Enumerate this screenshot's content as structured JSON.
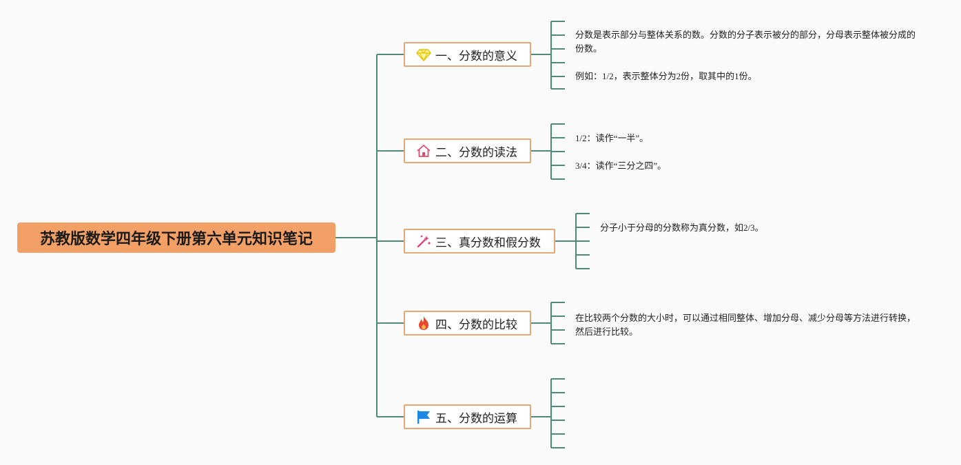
{
  "root": {
    "title": "苏教版数学四年级下册第六单元知识笔记"
  },
  "topics": [
    {
      "label": "一、分数的意义",
      "icon": "diamond-icon",
      "notes": [
        "分数是表示部分与整体关系的数。分数的分子表示被分的部分，分母表示整体被分成的份数。",
        "例如：1/2，表示整体分为2份，取其中的1份。"
      ]
    },
    {
      "label": "二、分数的读法",
      "icon": "house-icon",
      "notes": [
        "1/2：读作“一半”。",
        "3/4：读作“三分之四”。"
      ]
    },
    {
      "label": "三、真分数和假分数",
      "icon": "magic-wand-icon",
      "notes": [
        "分子小于分母的分数称为真分数，如2/3。"
      ]
    },
    {
      "label": "四、分数的比较",
      "icon": "fire-icon",
      "notes": [
        "在比较两个分数的大小时，可以通过相同整体、增加分母、减少分母等方法进行转换，然后进行比较。"
      ]
    },
    {
      "label": "五、分数的运算",
      "icon": "flag-icon",
      "notes": []
    }
  ],
  "colors": {
    "root_bg": "#f2a066",
    "topic_border": "#e6a777",
    "connector": "#4d8a78"
  }
}
